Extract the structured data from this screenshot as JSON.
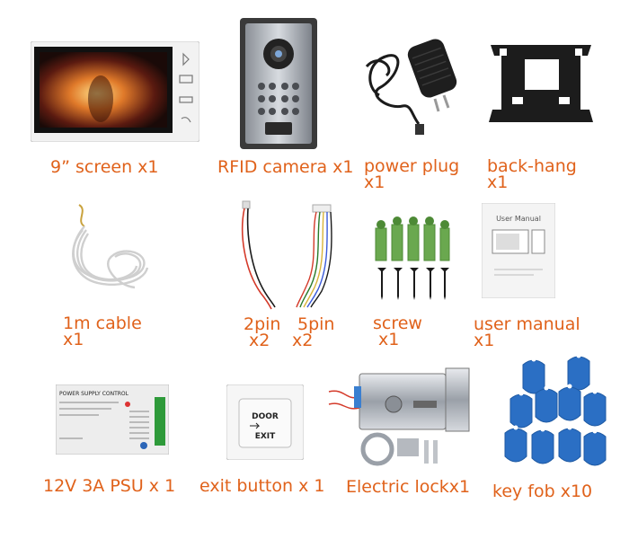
{
  "items": {
    "screen": {
      "label": "9” screen x1"
    },
    "camera": {
      "label": "RFID camera x1"
    },
    "plug": {
      "label_1": "power plug",
      "label_2": "x1"
    },
    "backhang": {
      "label_1": "back-hang",
      "label_2": "x1"
    },
    "cable": {
      "label_1": "1m cable",
      "label_2": "x1"
    },
    "pin2": {
      "label_1": "2pin",
      "label_2": "x2"
    },
    "pin5": {
      "label_1": "5pin",
      "label_2": "x2"
    },
    "screw": {
      "label_1": "screw",
      "label_2": "x1"
    },
    "manual": {
      "label_1": "user manual",
      "label_2": "x1",
      "cover_title": "User Manual"
    },
    "psu": {
      "label": "12V 3A PSU x 1",
      "panel_title": "POWER SUPPLY CONTROL"
    },
    "exit": {
      "label": "exit button x 1",
      "line_1": "DOOR",
      "line_2": "EXIT"
    },
    "lock": {
      "label": "Electric lockx1"
    },
    "fob": {
      "label": "key fob x10"
    }
  },
  "colors": {
    "label": "#e0621b",
    "fob_blue": "#2b6fc4",
    "screw_green": "#6aa84f"
  }
}
